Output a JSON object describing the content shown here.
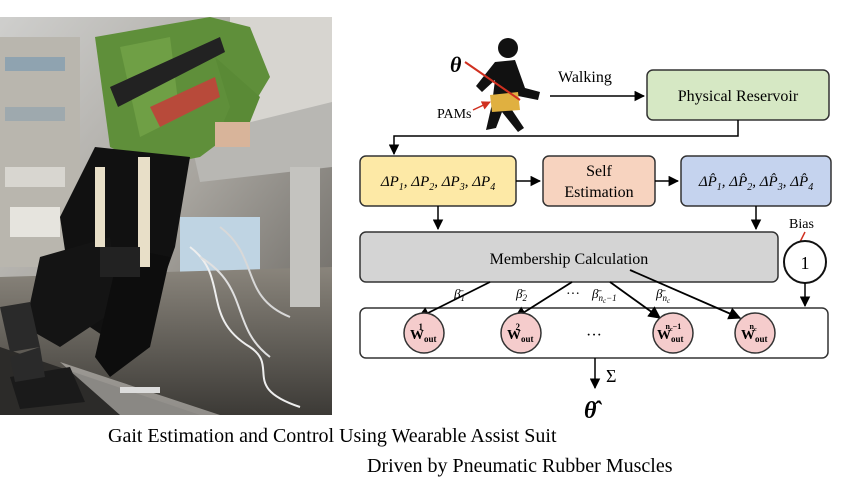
{
  "diagram": {
    "theta": "θ",
    "pams": "PAMs",
    "walking": "Walking",
    "reservoir": "Physical Reservoir",
    "delta_p": [
      "ΔP",
      "1",
      ", ΔP",
      "2",
      ", ΔP",
      "3",
      ", ΔP",
      "4"
    ],
    "self_estimation": [
      "Self",
      "Estimation"
    ],
    "delta_p_hat": [
      "ΔP̂",
      "1",
      ", ΔP̂",
      "2",
      ", ΔP̂",
      "3",
      ", ΔP̂",
      "4"
    ],
    "bias_label": "Bias",
    "bias_value": "1",
    "membership": "Membership Calculation",
    "betas": [
      {
        "sym": "β̄",
        "sub": "1"
      },
      {
        "sym": "β̄",
        "sub": "2"
      },
      {
        "sym": "β̄",
        "sub": "n",
        "subsub": "c",
        "tail": "−1"
      },
      {
        "sym": "β̄",
        "sub": "n",
        "subsub": "c"
      }
    ],
    "ellipsis": "···",
    "w": "W",
    "w_sub": "out",
    "w_sups": [
      "1",
      "2",
      "n",
      "n"
    ],
    "w_sup_subs": [
      "",
      "",
      "c",
      "c"
    ],
    "w_sup_tails": [
      "",
      "",
      "−1",
      ""
    ],
    "sigma": "Σ",
    "theta_hat": "θ̂"
  },
  "caption": {
    "line1": "Gait Estimation and Control Using Wearable Assist Suit",
    "line2": "Driven by Pneumatic Rubber Muscles"
  },
  "colors": {
    "reservoir_fill": "#d6e8c4",
    "delta_fill": "#fde9a6",
    "self_fill": "#f7d3bf",
    "hat_fill": "#c5d3ee",
    "membership_fill": "#d4d4d4",
    "weight_fill": "#f5cccc",
    "pam_color": "#e0b040",
    "arrow_red": "#d03020"
  }
}
